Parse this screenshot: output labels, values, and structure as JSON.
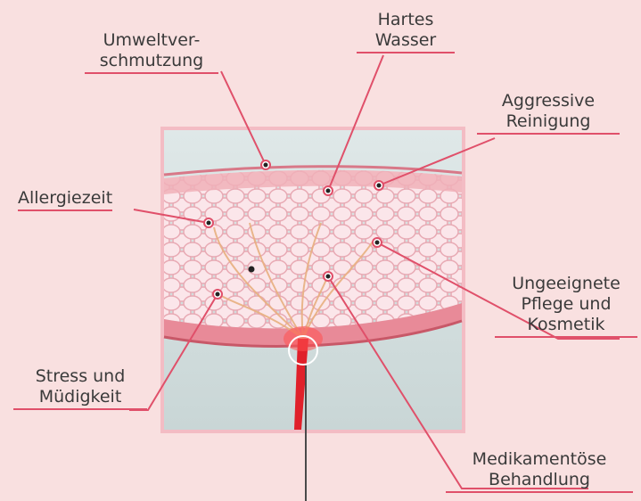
{
  "labels": {
    "umwelt": {
      "line1": "Umweltver-",
      "line2": "schmutzung"
    },
    "wasser": {
      "line1": "Hartes",
      "line2": "Wasser"
    },
    "reinigung": {
      "line1": "Aggressive",
      "line2": "Reinigung"
    },
    "allergie": {
      "line1": "Allergiezeit"
    },
    "pflege": {
      "line1": "Ungeeignete",
      "line2": "Pflege und",
      "line3": "Kosmetik"
    },
    "stress": {
      "line1": "Stress und",
      "line2": "Müdigkeit"
    },
    "medikament": {
      "line1": "Medikamentöse",
      "line2": "Behandlung"
    }
  },
  "colors": {
    "background": "#f9e0e0",
    "accent_line": "#e0506a",
    "skin": "#f4c4ca",
    "nerve": "#e0202a",
    "pointer_dark": "#4a4a4a"
  }
}
